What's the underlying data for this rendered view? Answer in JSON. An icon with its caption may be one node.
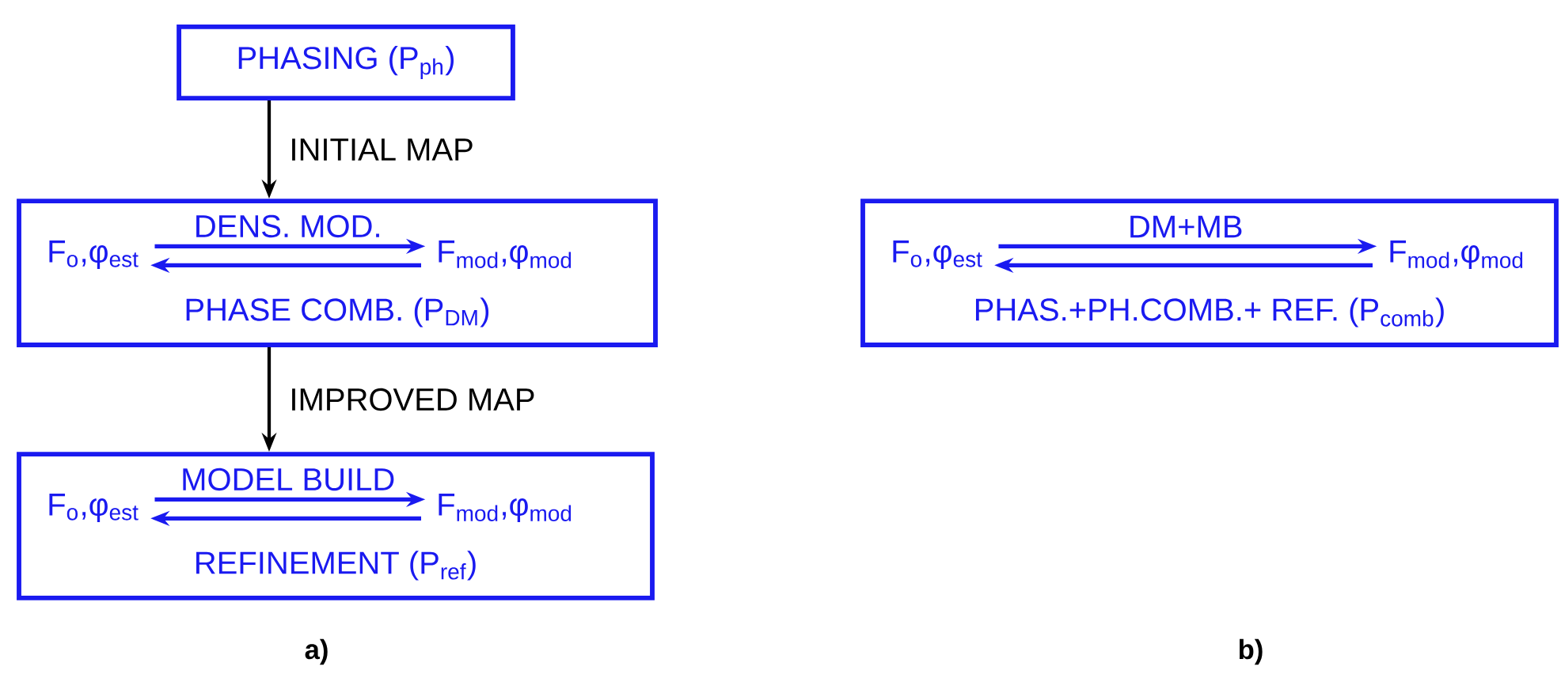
{
  "diagram": {
    "nodes": [
      {
        "text": [
          "PHASING (P$_{ph}$)"
        ]
      },
      {
        "text": [
          "PHASE COMB. (P$_{DM}$)"
        ]
      },
      {
        "text": [
          "F$_{o}$,φ$_{est}$"
        ],
        "in": 1
      },
      {
        "text": [
          "F$_{mod}$,φ$_{mod}$"
        ],
        "in": 1
      },
      {
        "text": [
          "REFINEMENT (P$_{ref}$)"
        ]
      },
      {
        "text": [
          "F$_{o}$,φ$_{est}$"
        ],
        "in": 4
      },
      {
        "text": [
          "F$_{mod}$,φ$_{mod}$"
        ],
        "in": 4
      },
      {
        "text": [
          "PHAS.+PH.COMB.+ REF. (P$_{comb}$)"
        ]
      },
      {
        "text": [
          "F$_{o}$,φ$_{est}$"
        ],
        "in": 7
      },
      {
        "text": [
          "F$_{mod}$,φ$_{mod}$"
        ],
        "in": 7
      }
    ],
    "edges": [
      {
        "from": 0,
        "to": 1,
        "arrow": "to",
        "label": "INITIAL MAP",
        "color": "#000000"
      },
      {
        "from": 2,
        "to": 3,
        "arrow": "to",
        "label": "DENS. MOD."
      },
      {
        "from": 3,
        "to": 2,
        "arrow": "to"
      },
      {
        "from": 1,
        "to": 4,
        "arrow": "to",
        "label": "IMPROVED MAP",
        "color": "#000000"
      },
      {
        "from": 5,
        "to": 6,
        "arrow": "to",
        "label": "MODEL BUILD"
      },
      {
        "from": 6,
        "to": 5,
        "arrow": "to"
      },
      {
        "from": 8,
        "to": 9,
        "arrow": "to",
        "label": "DM+MB"
      },
      {
        "from": 9,
        "to": 8,
        "arrow": "to"
      }
    ],
    "labels": [
      "a)",
      "b)"
    ]
  }
}
